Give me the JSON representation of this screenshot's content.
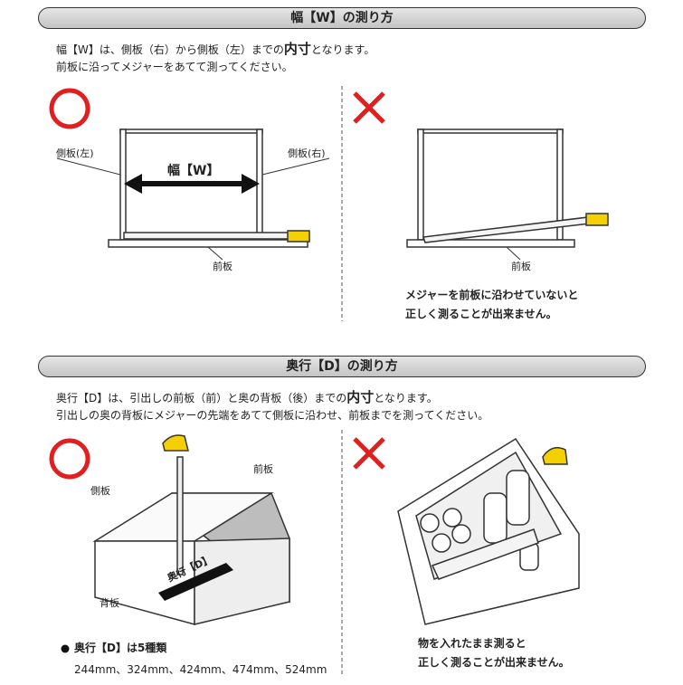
{
  "width_section": {
    "title": "幅【W】の測り方",
    "line1_pre": "幅【W】は、側板（右）から側板（左）までの",
    "line1_bold": "内寸",
    "line1_post": "となります。",
    "line2": "前板に沿ってメジャーをあてて測ってください。",
    "good": {
      "label_left": "側板(左)",
      "label_right": "側板(右)",
      "arrow_label": "幅【W】",
      "front_label": "前板"
    },
    "bad": {
      "front_label": "前板",
      "note_line1": "メジャーを前板に沿わせていないと",
      "note_line2": "正しく測ることが出来ません。"
    }
  },
  "depth_section": {
    "title": "奥行【D】の測り方",
    "line1_pre": "奥行【D】は、引出しの前板（前）と奥の背板（後）までの",
    "line1_bold": "内寸",
    "line1_post": "となります。",
    "line2": "引出しの奥の背板にメジャーの先端をあてて側板に沿わせ、前板までを測ってください。",
    "good": {
      "label_side": "側板",
      "label_front": "前板",
      "label_back": "背板",
      "arrow_label": "奥行【D】"
    },
    "bullet_title": "奥行【D】は5種類",
    "sizes": "244mm、324mm、424mm、474mm、524mm",
    "bad": {
      "note_line1": "物を入れたまま測ると",
      "note_line2": "正しく測ることが出来ません。"
    }
  },
  "colors": {
    "ok": "#e02020",
    "ng": "#e02020",
    "tape": "#f5d000"
  }
}
